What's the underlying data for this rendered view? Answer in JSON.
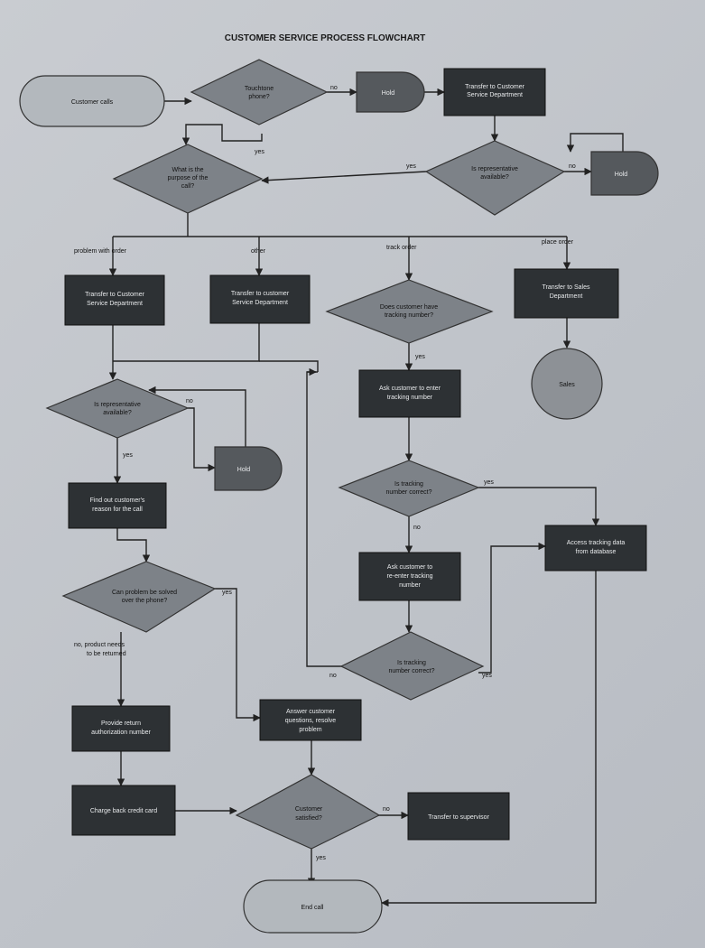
{
  "title": "CUSTOMER SERVICE PROCESS FLOWCHART",
  "nodes": {
    "customer_calls": "Customer calls",
    "touchtone": [
      "Touchtone",
      "phone?"
    ],
    "hold_top": "Hold",
    "transfer_cs_top": [
      "Transfer to Customer",
      "Service Department"
    ],
    "rep_available_top": [
      "Is representative",
      "available?"
    ],
    "hold_right": "Hold",
    "purpose": [
      "What is the",
      "purpose of the",
      "call?"
    ],
    "transfer_cs_problem": [
      "Transfer to Customer",
      "Service Department"
    ],
    "transfer_cs_other": [
      "Transfer to customer",
      "Service Department"
    ],
    "has_tracking": [
      "Does customer have",
      "tracking number?"
    ],
    "transfer_sales": [
      "Transfer to Sales",
      "Department"
    ],
    "sales": "Sales",
    "rep_available_mid": [
      "Is representative",
      "available?"
    ],
    "hold_mid": "Hold",
    "ask_enter_tracking": [
      "Ask customer to enter",
      "tracking number"
    ],
    "tracking_correct_1": [
      "Is tracking",
      "number correct?"
    ],
    "find_reason": [
      "Find out customer's",
      "reason for the call"
    ],
    "access_tracking": [
      "Access tracking data",
      "from database"
    ],
    "ask_reenter_tracking": [
      "Ask customer to",
      "re-enter tracking",
      "number"
    ],
    "problem_phone": [
      "Can problem be solved",
      "over the phone?"
    ],
    "tracking_correct_2": [
      "Is tracking",
      "number correct?"
    ],
    "provide_rma": [
      "Provide return",
      "authorization number"
    ],
    "answer_questions": [
      "Answer customer",
      "questions, resolve",
      "problem"
    ],
    "charge_card": "Charge back credit card",
    "customer_satisfied": [
      "Customer",
      "satisfied?"
    ],
    "transfer_supervisor": "Transfer to supervisor",
    "end_call": "End call"
  },
  "edge_labels": {
    "touchtone_no": "no",
    "touchtone_yes": "yes",
    "rep_top_yes": "yes",
    "rep_top_no": "no",
    "problem_with_order": "problem with order",
    "other": "other",
    "track_order": "track order",
    "place_order": "place order",
    "rep_mid_no": "no",
    "rep_mid_yes": "yes",
    "has_tracking_yes": "yes",
    "tracking1_yes": "yes",
    "tracking1_no": "no",
    "problem_phone_yes": "yes",
    "problem_phone_no": [
      "no, product needs",
      "to be returned"
    ],
    "tracking2_no": "no",
    "tracking2_yes": "yes",
    "satisfied_no": "no",
    "satisfied_yes": "yes"
  },
  "colors": {
    "box_fill": "#2d3134",
    "box_text": "#e8eaec",
    "diamond_fill": "#7d8288",
    "terminal_fill": "#b3b8bd",
    "hold_fill": "#55595d",
    "line": "#222222"
  }
}
